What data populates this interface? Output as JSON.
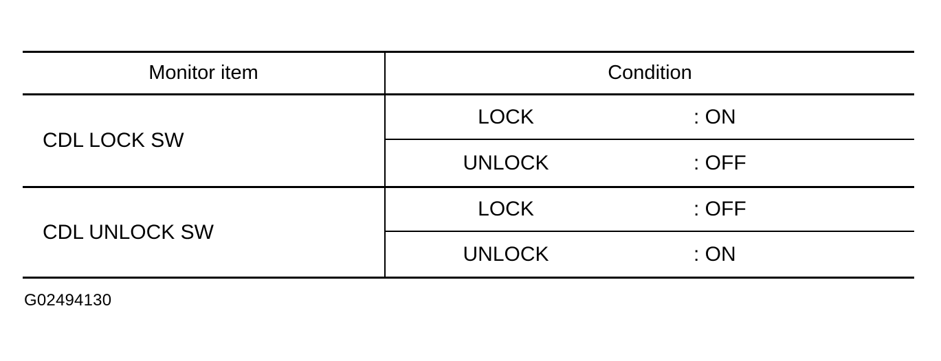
{
  "table": {
    "headers": {
      "monitor_item": "Monitor item",
      "condition": "Condition"
    },
    "rows": [
      {
        "item": "CDL LOCK SW",
        "conditions": [
          {
            "state": "LOCK",
            "value": ": ON"
          },
          {
            "state": "UNLOCK",
            "value": ": OFF"
          }
        ]
      },
      {
        "item": "CDL UNLOCK SW",
        "conditions": [
          {
            "state": "LOCK",
            "value": ": OFF"
          },
          {
            "state": "UNLOCK",
            "value": ": ON"
          }
        ]
      }
    ]
  },
  "caption": "G02494130",
  "colors": {
    "ink": "#000000",
    "page": "#ffffff"
  }
}
